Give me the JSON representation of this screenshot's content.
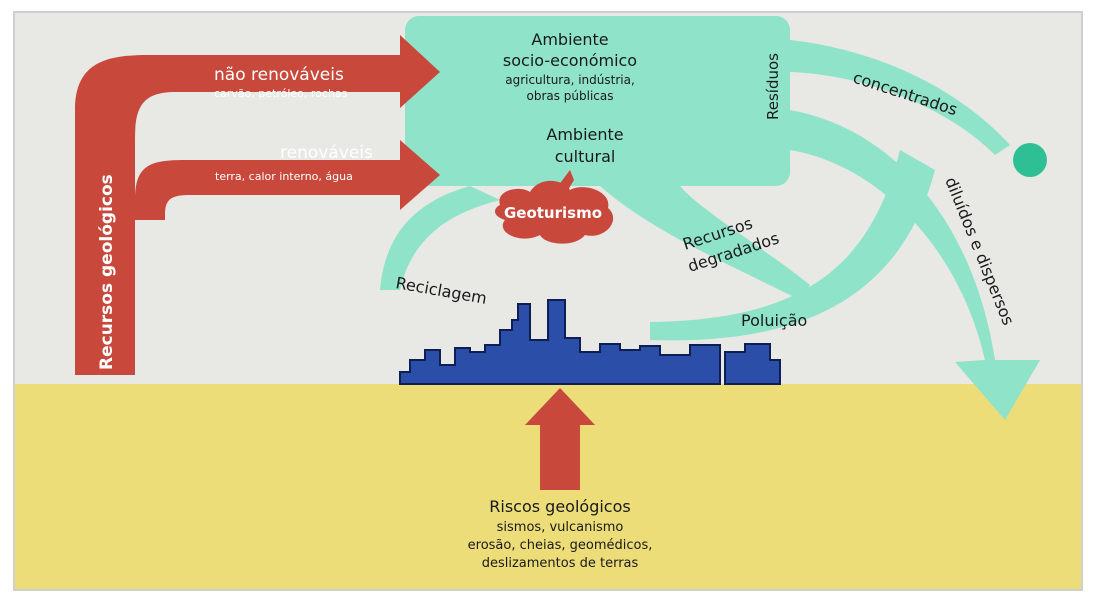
{
  "colors": {
    "sky": "#e8e8e4",
    "ground": "#ecdd78",
    "red_arrow": "#c9483c",
    "teal": "#8ee3c9",
    "teal_dark": "#2fbf95",
    "city": "#2b4fa8",
    "text_dark": "#1a1a1a",
    "text_light": "#ffffff"
  },
  "resources": {
    "main_label": "Recursos geológicos",
    "non_renewable": {
      "title": "não renováveis",
      "examples": "carvão, petróleo, rochas"
    },
    "renewable": {
      "title": "renováveis",
      "examples": "terra, calor interno, água"
    }
  },
  "environment": {
    "socio": {
      "title": "Ambiente",
      "subtitle": "socio-económico",
      "line1": "agricultura, indústria,",
      "line2": "obras públicas"
    },
    "cultural": {
      "line1": "Ambiente",
      "line2": "cultural"
    },
    "geotourism": "Geoturismo"
  },
  "flows": {
    "residues": "Resíduos",
    "concentrated": "concentrados",
    "diluted": "diluídos e dispersos",
    "degraded_line1": "Recursos",
    "degraded_line2": "degradados",
    "recycling": "Reciclagem",
    "pollution": "Poluição"
  },
  "hazards": {
    "title": "Riscos geológicos",
    "line1": "sismos, vulcanismo",
    "line2": "erosão, cheias, geomédicos,",
    "line3": "deslizamentos de terras"
  }
}
